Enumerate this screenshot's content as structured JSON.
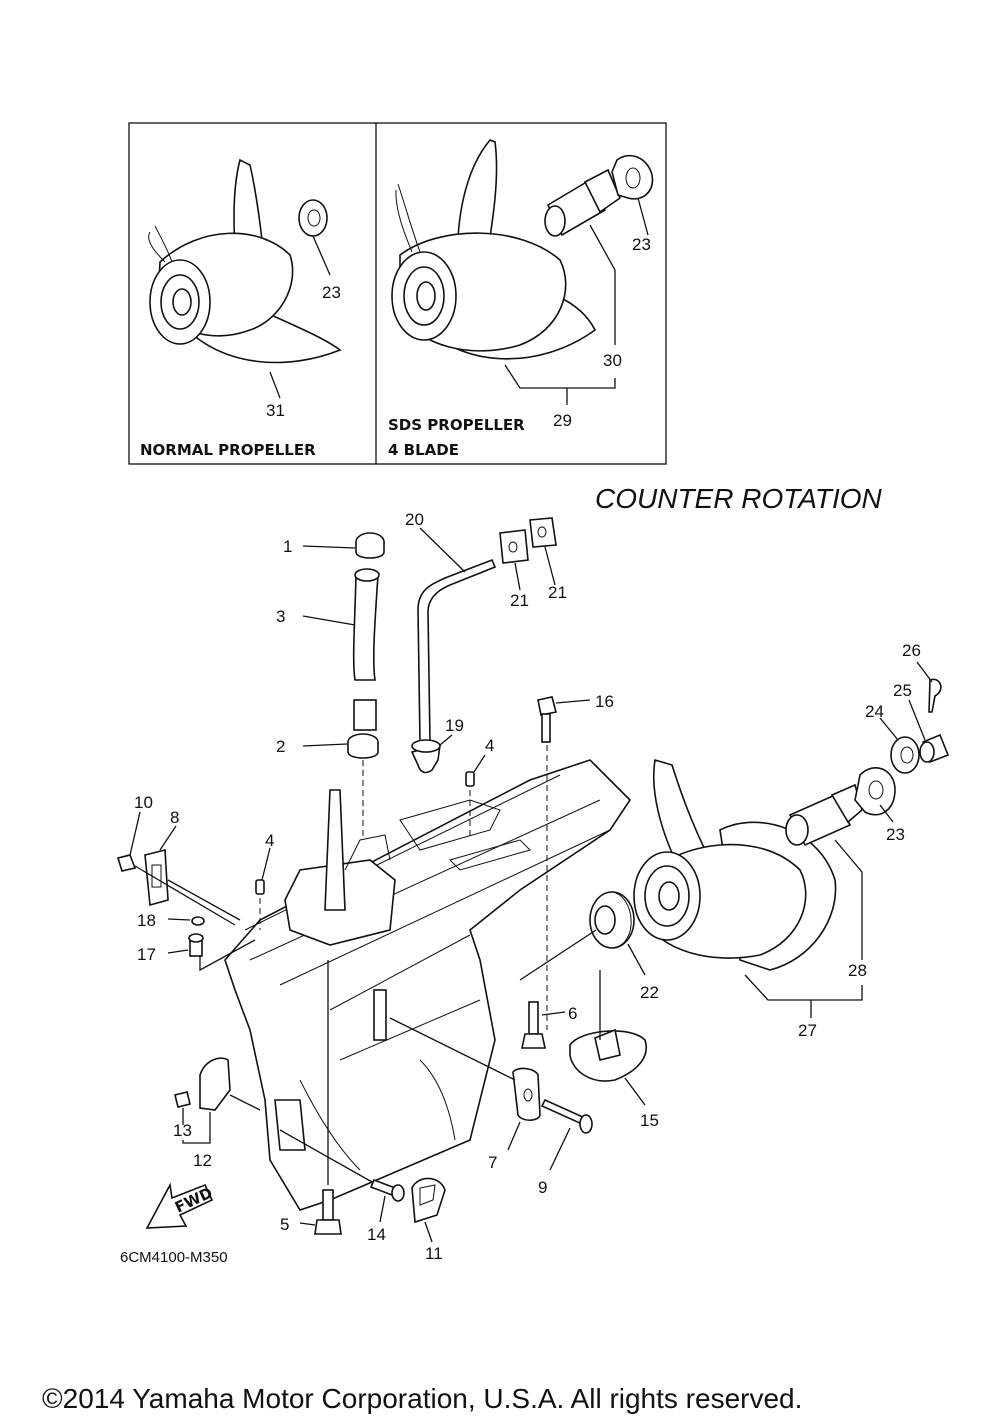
{
  "title": "COUNTER  ROTATION",
  "diagram_code": "6CM4100-M350",
  "copyright": "©2014 Yamaha Motor Corporation, U.S.A. All rights reserved.",
  "inset_left": {
    "caption": "NORMAL PROPELLER"
  },
  "inset_right": {
    "caption_line1": "SDS PROPELLER",
    "caption_line2": "4 BLADE"
  },
  "fwd_label": "FWD",
  "callouts": {
    "c1": "1",
    "c2": "2",
    "c3": "3",
    "c4a": "4",
    "c4b": "4",
    "c5": "5",
    "c6": "6",
    "c7": "7",
    "c8": "8",
    "c9": "9",
    "c10": "10",
    "c11": "11",
    "c12": "12",
    "c13": "13",
    "c14": "14",
    "c15": "15",
    "c16": "16",
    "c17": "17",
    "c18": "18",
    "c19": "19",
    "c20": "20",
    "c21a": "21",
    "c21b": "21",
    "c22": "22",
    "c23a": "23",
    "c23b": "23",
    "c23c": "23",
    "c24": "24",
    "c25": "25",
    "c26": "26",
    "c27": "27",
    "c28": "28",
    "c29": "29",
    "c30": "30",
    "c31": "31"
  }
}
